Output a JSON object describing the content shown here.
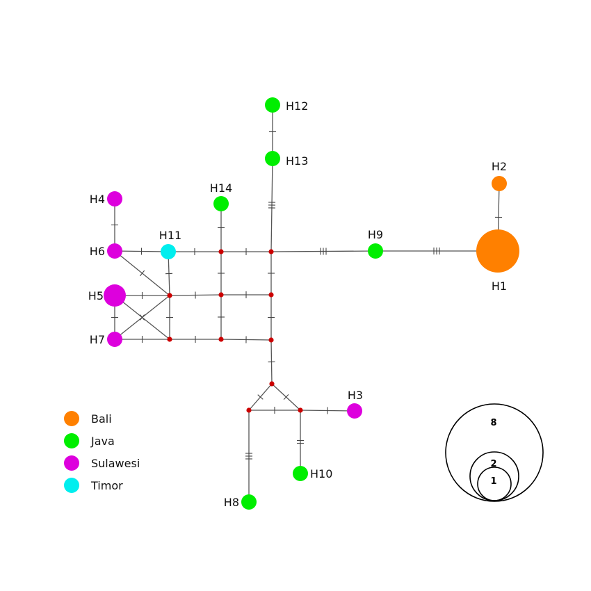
{
  "populations": {
    "bali": {
      "label": "Bali",
      "color": "#ff8000"
    },
    "java": {
      "label": "Java",
      "color": "#00ee00"
    },
    "sulawesi": {
      "label": "Sulawesi",
      "color": "#dd00dd"
    },
    "timor": {
      "label": "Timor",
      "color": "#00eeee"
    }
  },
  "haplotypes": [
    {
      "label": "H1",
      "population": "bali",
      "frequency": 8
    },
    {
      "label": "H2",
      "population": "bali",
      "frequency": 1
    },
    {
      "label": "H3",
      "population": "sulawesi",
      "frequency": 1
    },
    {
      "label": "H4",
      "population": "sulawesi",
      "frequency": 1
    },
    {
      "label": "H5",
      "population": "sulawesi",
      "frequency": 2
    },
    {
      "label": "H6",
      "population": "sulawesi",
      "frequency": 1
    },
    {
      "label": "H7",
      "population": "sulawesi",
      "frequency": 1
    },
    {
      "label": "H8",
      "population": "java",
      "frequency": 1
    },
    {
      "label": "H9",
      "population": "java",
      "frequency": 1
    },
    {
      "label": "H10",
      "population": "java",
      "frequency": 1
    },
    {
      "label": "H11",
      "population": "timor",
      "frequency": 1
    },
    {
      "label": "H12",
      "population": "java",
      "frequency": 1
    },
    {
      "label": "H13",
      "population": "java",
      "frequency": 1
    },
    {
      "label": "H14",
      "population": "java",
      "frequency": 1
    }
  ],
  "edges": [
    {
      "from": "H12",
      "to": "H13",
      "mutations": 1
    },
    {
      "from": "H13",
      "to": "mv1",
      "mutations": 3
    },
    {
      "from": "mv1",
      "to": "H9",
      "mutations": 3
    },
    {
      "from": "H9",
      "to": "H1",
      "mutations": 3
    },
    {
      "from": "H2",
      "to": "H1",
      "mutations": 1
    },
    {
      "from": "H14",
      "to": "mv2",
      "mutations": 1
    },
    {
      "from": "mv2",
      "to": "mv1",
      "mutations": 1
    },
    {
      "from": "H11",
      "to": "mv2",
      "mutations": 1
    },
    {
      "from": "H6",
      "to": "H11",
      "mutations": 1
    },
    {
      "from": "H4",
      "to": "H6",
      "mutations": 1
    },
    {
      "from": "H6",
      "to": "mv3",
      "mutations": 1
    },
    {
      "from": "H11",
      "to": "mv3",
      "mutations": 1
    },
    {
      "from": "H5",
      "to": "mv3",
      "mutations": 1
    },
    {
      "from": "mv3",
      "to": "mv4",
      "mutations": 1
    },
    {
      "from": "mv4",
      "to": "mv5",
      "mutations": 1
    },
    {
      "from": "mv2",
      "to": "mv4",
      "mutations": 1
    },
    {
      "from": "mv1",
      "to": "mv5",
      "mutations": 1
    },
    {
      "from": "H5",
      "to": "H7",
      "mutations": 1
    },
    {
      "from": "H5",
      "to": "mv6",
      "mutations": 1
    },
    {
      "from": "H7",
      "to": "mv3",
      "mutations": 1
    },
    {
      "from": "mv3",
      "to": "mv6",
      "mutations": 1
    },
    {
      "from": "H7",
      "to": "mv6",
      "mutations": 1
    },
    {
      "from": "mv6",
      "to": "mv7",
      "mutations": 1
    },
    {
      "from": "mv4",
      "to": "mv7",
      "mutations": 1
    },
    {
      "from": "mv7",
      "to": "mv8",
      "mutations": 1
    },
    {
      "from": "mv5",
      "to": "mv8",
      "mutations": 1
    },
    {
      "from": "mv8",
      "to": "mv9",
      "mutations": 1
    },
    {
      "from": "mv9",
      "to": "mv10",
      "mutations": 1
    },
    {
      "from": "mv9",
      "to": "mv11",
      "mutations": 1
    },
    {
      "from": "mv10",
      "to": "mv11",
      "mutations": 1
    },
    {
      "from": "mv11",
      "to": "H3",
      "mutations": 1
    },
    {
      "from": "mv11",
      "to": "H10",
      "mutations": 2
    },
    {
      "from": "mv10",
      "to": "H8",
      "mutations": 3
    }
  ],
  "legend": [
    {
      "population": "bali",
      "label": "Bali"
    },
    {
      "population": "java",
      "label": "Java"
    },
    {
      "population": "sulawesi",
      "label": "Sulawesi"
    },
    {
      "population": "timor",
      "label": "Timor"
    }
  ],
  "size_scale": [
    {
      "label": "8"
    },
    {
      "label": "2"
    },
    {
      "label": "1"
    }
  ],
  "colors": {
    "median_vector": "#cc0000",
    "edge": "#555555"
  }
}
